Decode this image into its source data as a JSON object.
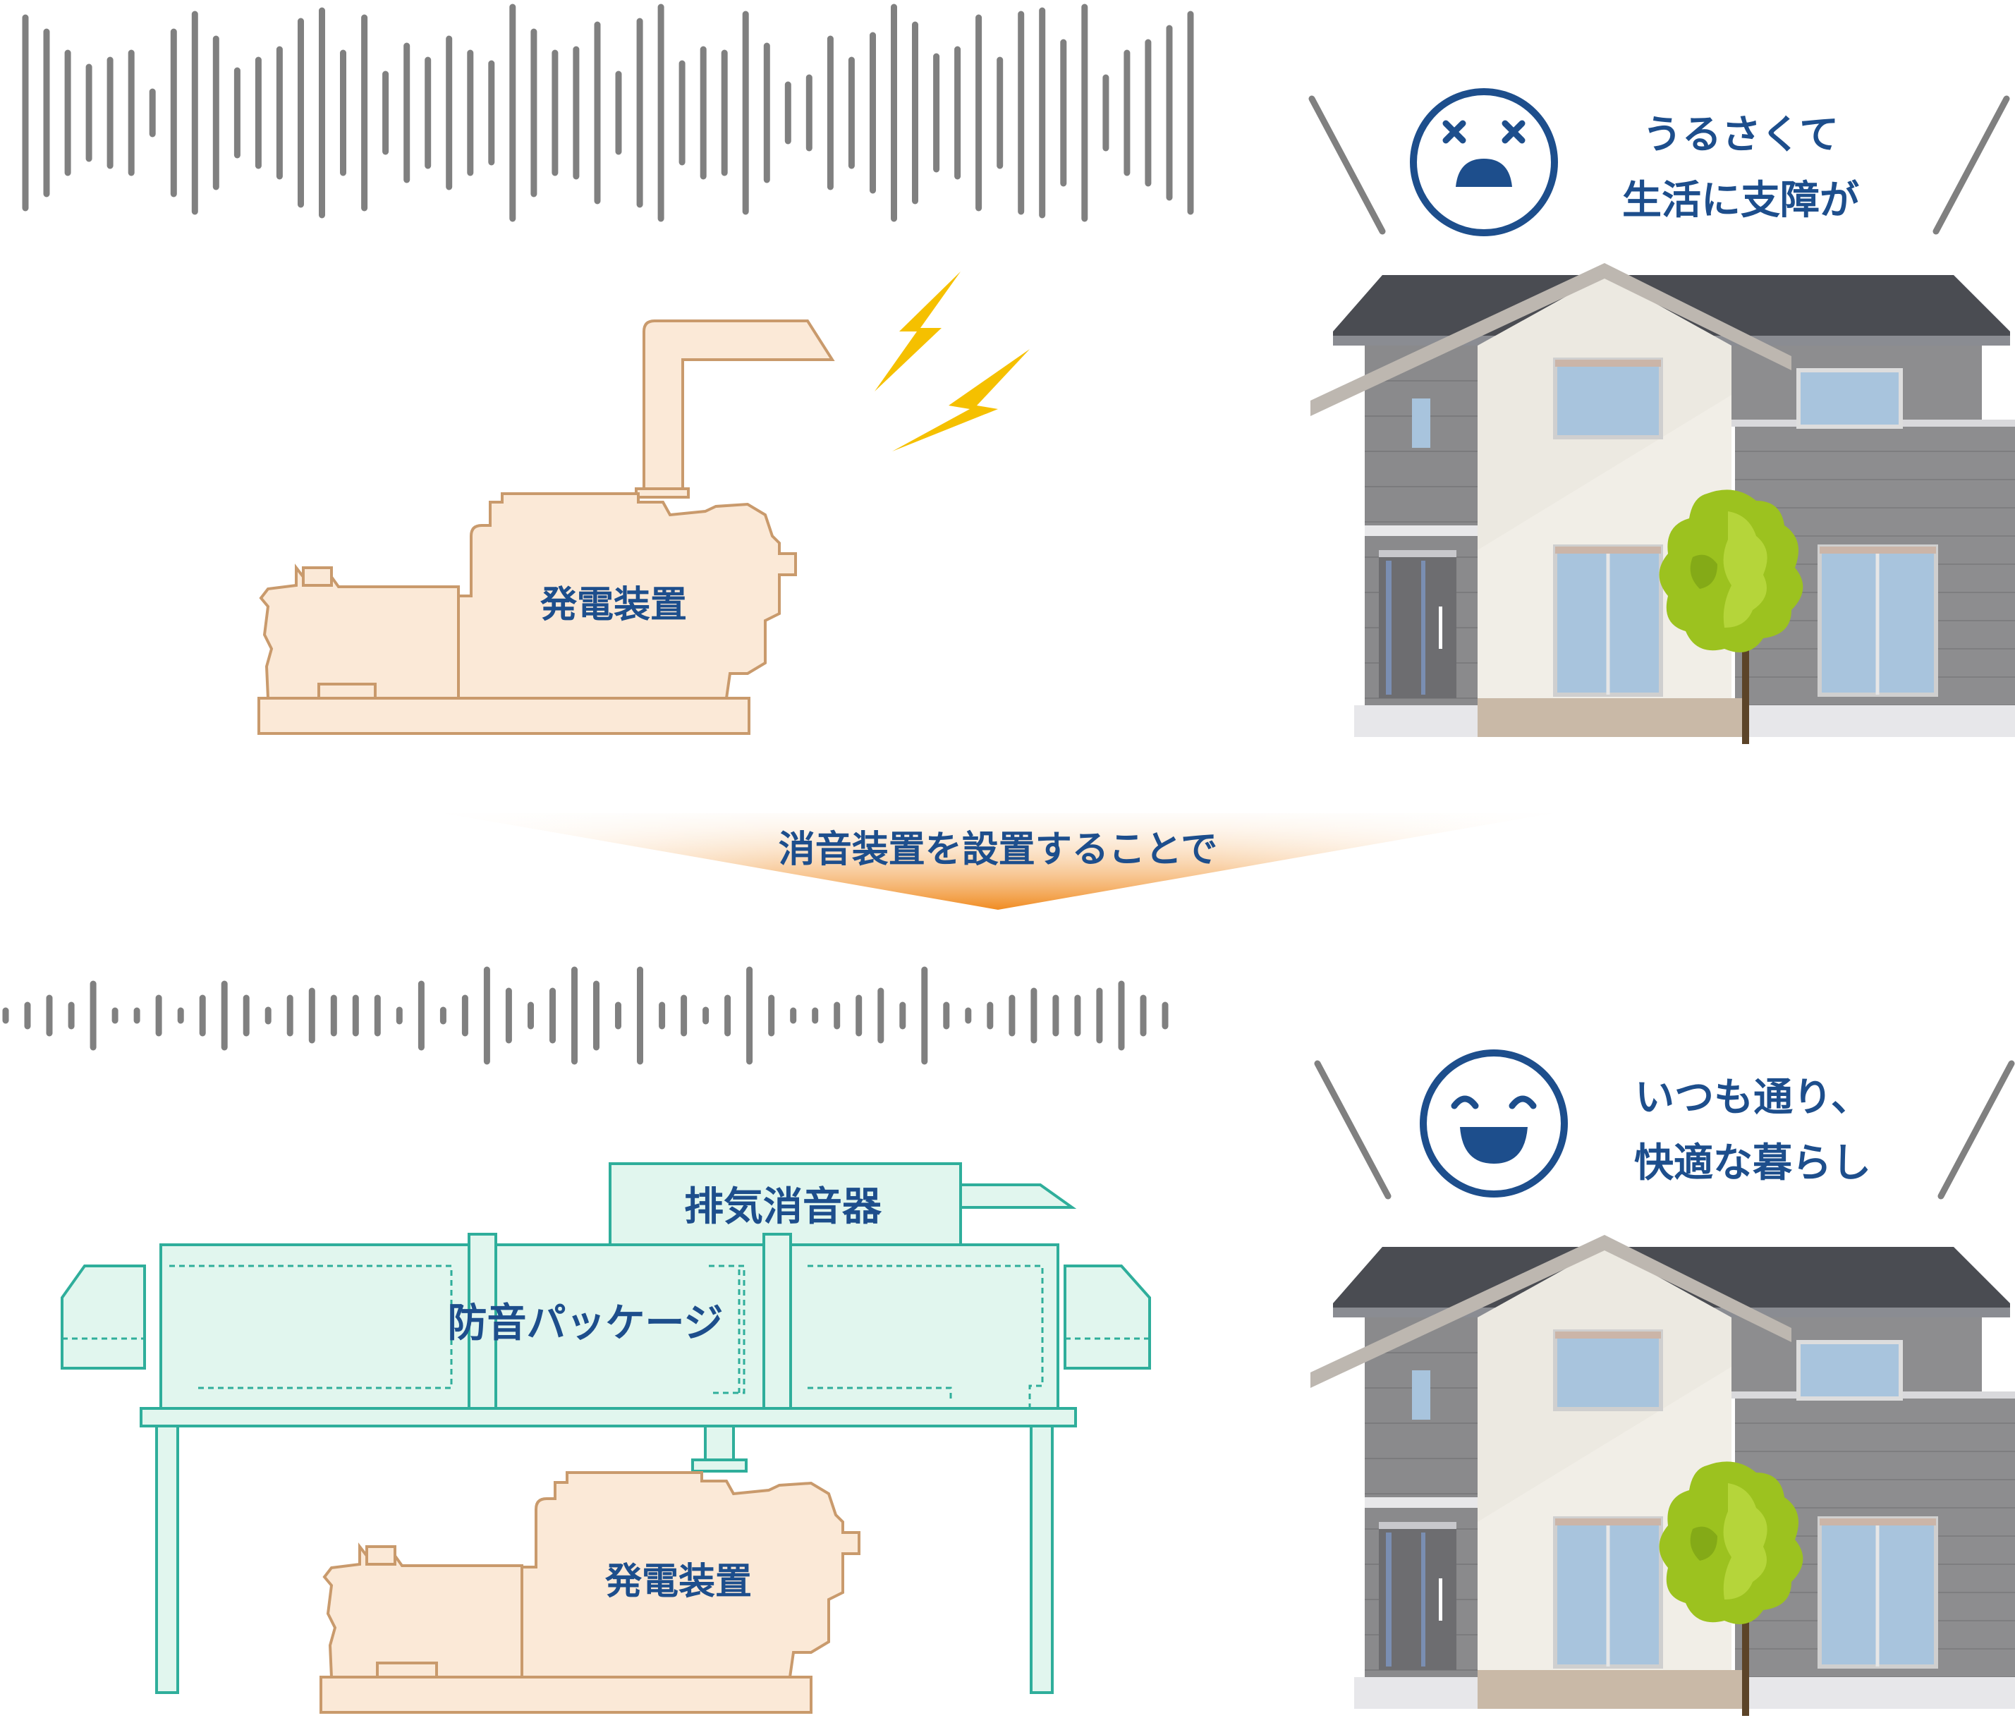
{
  "colors": {
    "text_blue": "#1d4e8c",
    "wave_gray": "#808080",
    "generator_fill": "#fbe9d7",
    "generator_stroke": "#c99a6c",
    "package_fill": "#e1f6ee",
    "package_stroke": "#2fae9b",
    "lightning": "#f5c000",
    "arrow_orange": "#f08c22",
    "face_blue": "#1d4e8c"
  },
  "top_scene": {
    "generator_label": "発電装置",
    "speech_line1": "うるさくて",
    "speech_line2": "生活に支障が",
    "face": "dizzy-face-icon"
  },
  "transition": {
    "label": "消音装置を設置することで"
  },
  "bottom_scene": {
    "muffler_label": "排気消音器",
    "package_label": "防音パッケージ",
    "generator_label": "発電装置",
    "speech_line1": "いつも通り、",
    "speech_line2": "快適な暮らし",
    "face": "smiling-face-icon"
  }
}
